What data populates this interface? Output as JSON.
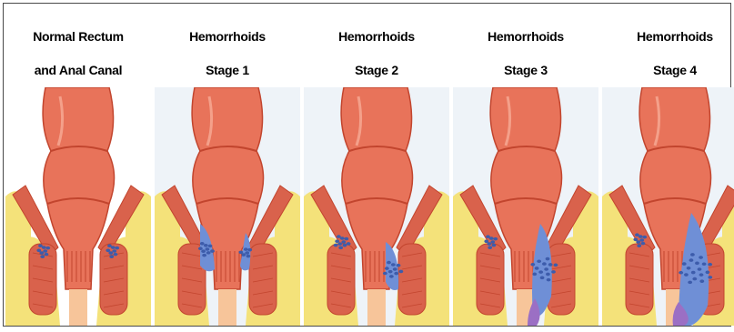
{
  "panels": [
    {
      "line1": "Normal Rectum",
      "line2": "and Anal Canal",
      "stage": 0
    },
    {
      "line1": "Hemorrhoids",
      "line2": "Stage 1",
      "stage": 1
    },
    {
      "line1": "Hemorrhoids",
      "line2": "Stage 2",
      "stage": 2
    },
    {
      "line1": "Hemorrhoids",
      "line2": "Stage 3",
      "stage": 3
    },
    {
      "line1": "Hemorrhoids",
      "line2": "Stage 4",
      "stage": 4
    }
  ],
  "colors": {
    "rectum": "#e8735a",
    "rectum_dark": "#c2452e",
    "fat": "#f4e27a",
    "muscle": "#d9624c",
    "vein": "#6f8fd6",
    "vein_dark": "#3d5cab",
    "bulge": "#9b6fc4",
    "background_tint": "#eef3f8"
  }
}
